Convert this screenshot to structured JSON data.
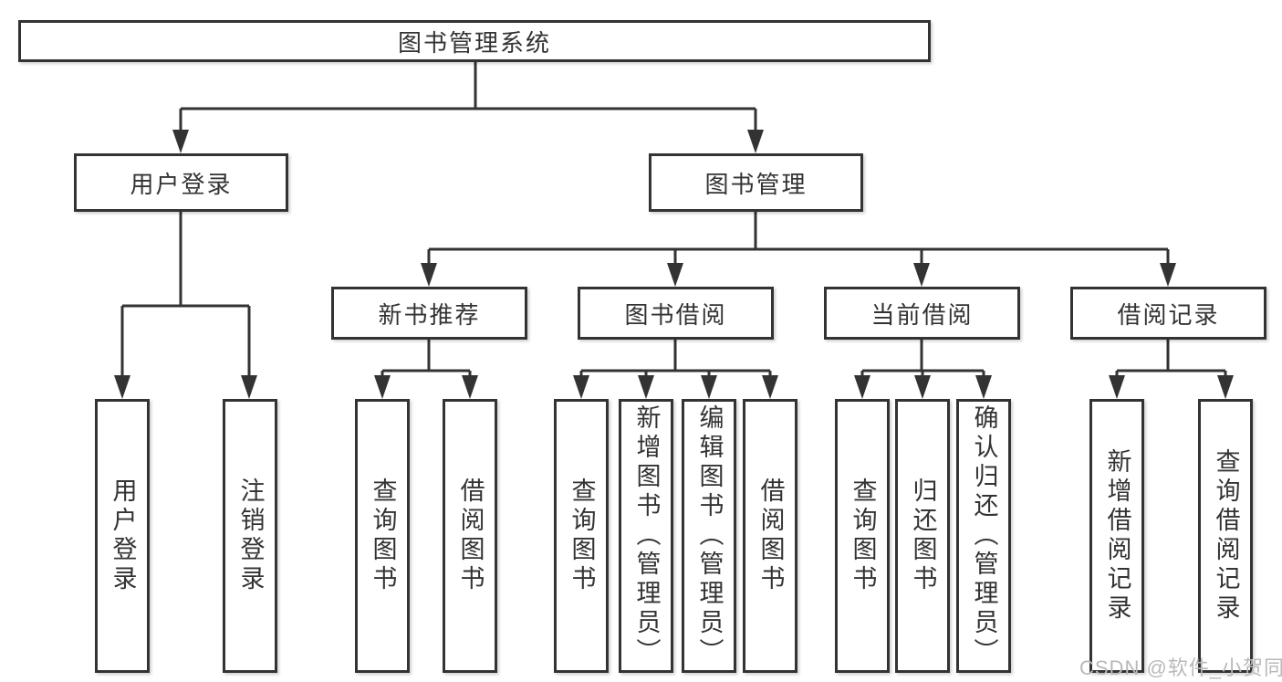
{
  "diagram": {
    "title": "图书管理系统",
    "branches": [
      {
        "label": "用户登录",
        "children": [
          {
            "label": "用户登录"
          },
          {
            "label": "注销登录"
          }
        ]
      },
      {
        "label": "图书管理",
        "children": [
          {
            "label": "新书推荐",
            "children": [
              {
                "label": "查询图书"
              },
              {
                "label": "借阅图书"
              }
            ]
          },
          {
            "label": "图书借阅",
            "children": [
              {
                "label": "查询图书"
              },
              {
                "label": "新增图书（管理员）"
              },
              {
                "label": "编辑图书（管理员）"
              },
              {
                "label": "借阅图书"
              }
            ]
          },
          {
            "label": "当前借阅",
            "children": [
              {
                "label": "查询图书"
              },
              {
                "label": "归还图书"
              },
              {
                "label": "确认归还（管理员）"
              }
            ]
          },
          {
            "label": "借阅记录",
            "children": [
              {
                "label": "新增借阅记录"
              },
              {
                "label": "查询借阅记录"
              }
            ]
          }
        ]
      }
    ]
  },
  "watermark": {
    "text": "CSDN @软件_小贺同学"
  },
  "colors": {
    "line": "#333333",
    "text": "#333333",
    "box_background": "#ffffff",
    "page_background": "#ffffff",
    "watermark": "#b9b9b9"
  }
}
